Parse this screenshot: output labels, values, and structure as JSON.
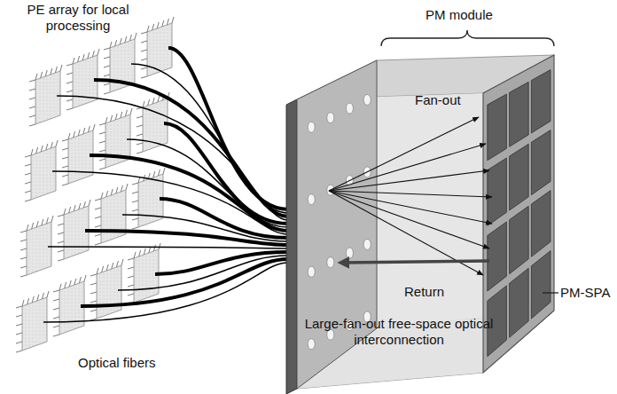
{
  "diagram": {
    "labels": [
      "PE array for local processing",
      "Optical fibers",
      "PM module",
      "Fan-out",
      "Return",
      "Large-fan-out free-space optical interconnection",
      "PM-SPA"
    ]
  }
}
